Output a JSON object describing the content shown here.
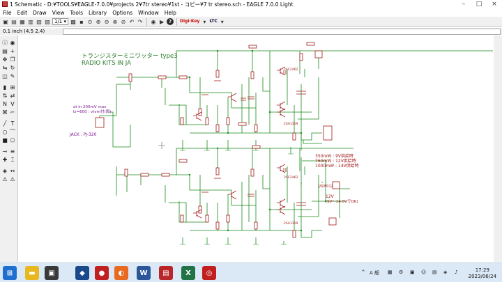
{
  "window": {
    "title": "1 Schematic - D:¥TOOLS¥EAGLE-7.0.0¥projects 2¥7tr stereo¥1st - コピー¥7 tr stereo.sch - EAGLE 7.0.0 Light"
  },
  "menu": [
    "File",
    "Edit",
    "Draw",
    "View",
    "Tools",
    "Library",
    "Options",
    "Window",
    "Help"
  ],
  "toolbar": {
    "sheet_combo": "1/1",
    "digikey_label": "Digi-Key",
    "ltc_label": "LTC"
  },
  "command_line": {
    "coordinates": "0.1 inch (4.5 2.4)"
  },
  "schematic": {
    "title_jp": "トランジスターミニワッター type3",
    "title_en": "RADIO KITS IN JA",
    "input_spec_1": "at in 200mV max",
    "input_spec_2": "Iz=600 : vtvm付(周)",
    "jack_label": "JACK : PJ-320",
    "power_notes": [
      "350mW : 9V供給時",
      "760mW : 12V供給時",
      "1000mW : 14V供給時"
    ],
    "supply_label": "12V",
    "supply_range": "(9V〜14.5VでOK)",
    "ref_jack2": "J/SW012",
    "transistors": [
      "2SC2462",
      "2SA1359",
      "2SC2462",
      "2SA1359"
    ]
  },
  "taskbar": {
    "ime": "A 般",
    "clock_time": "17:29",
    "clock_date": "2023/06/24"
  },
  "colors": {
    "wire": "#1a8a1a",
    "part": "#a01818",
    "text_title": "#2a7a2a",
    "text_note": "#7a1a8a",
    "power_note": "#a01818",
    "taskbar_bg": "#dbe8f6"
  }
}
